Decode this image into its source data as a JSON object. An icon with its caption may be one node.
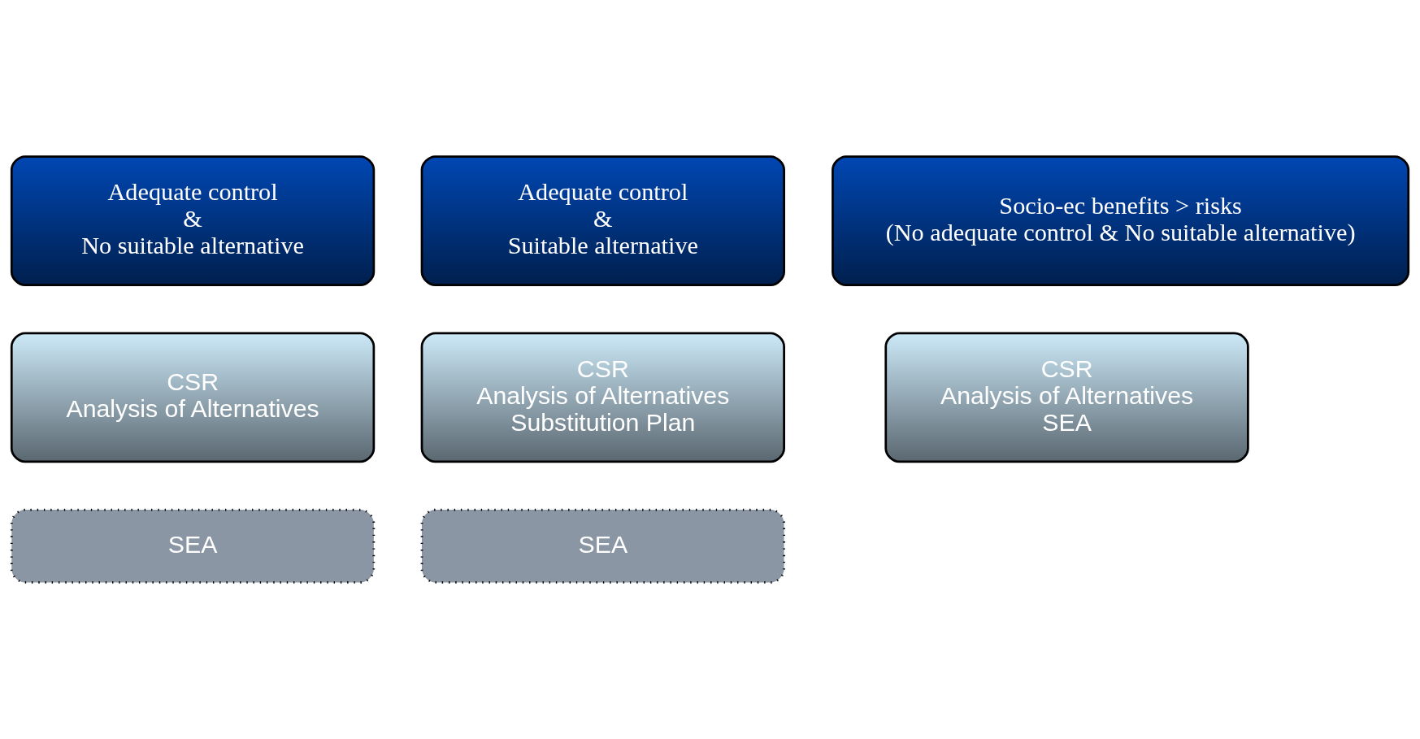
{
  "diagram": {
    "nodes": [
      {
        "text": [
          "Adequate control",
          "&",
          "No suitable alternative"
        ]
      },
      {
        "text": [
          "Adequate control",
          "&",
          "Suitable alternative"
        ]
      },
      {
        "text": [
          "Socio-ec benefits > risks",
          "(No adequate control & No suitable alternative)"
        ]
      },
      {
        "text": [
          "CSR",
          "Analysis of Alternatives"
        ]
      },
      {
        "text": [
          "CSR",
          "Analysis of Alternatives",
          "Substitution Plan"
        ]
      },
      {
        "text": [
          "CSR",
          "Analysis of Alternatives",
          "SEA"
        ]
      },
      {
        "text": [
          "SEA"
        ]
      },
      {
        "text": [
          "SEA"
        ]
      }
    ],
    "edges": []
  }
}
